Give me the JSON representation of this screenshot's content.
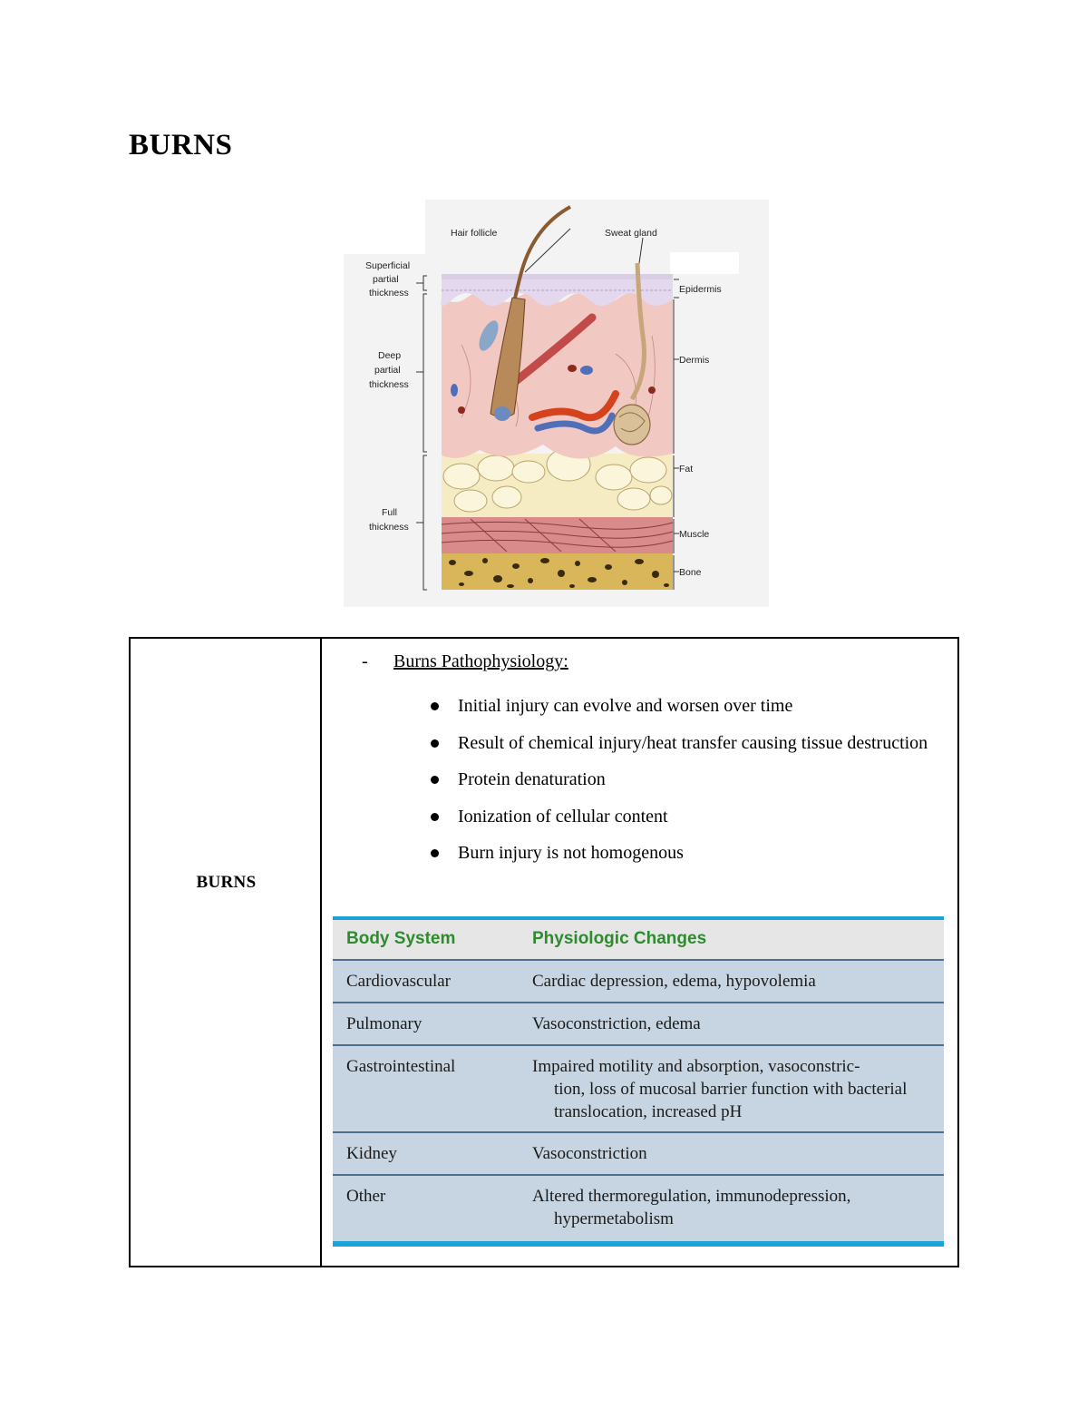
{
  "page": {
    "title": "BURNS"
  },
  "figure": {
    "layer_labels_left": {
      "superficial": [
        "Superficial",
        "partial",
        "thickness"
      ],
      "deep": [
        "Deep",
        "partial",
        "thickness"
      ],
      "full": [
        "Full",
        "thickness"
      ]
    },
    "structure_labels": {
      "hair": "Hair follicle",
      "sweat": "Sweat gland"
    },
    "layer_labels_right": {
      "epidermis": "Epidermis",
      "dermis": "Dermis",
      "fat": "Fat",
      "muscle": "Muscle",
      "bone": "Bone"
    }
  },
  "table": {
    "left_label": "BURNS",
    "section_dash": "-",
    "section_heading": "Burns Pathophysiology:",
    "bullets": [
      "Initial injury can evolve and worsen over time",
      "Result of chemical injury/heat transfer causing tissue destruction",
      "Protein denaturation",
      "Ionization of cellular content",
      "Burn injury is not homogenous"
    ],
    "physiology": {
      "header": {
        "col1": "Body System",
        "col2": "Physiologic Changes"
      },
      "rows": [
        {
          "system": "Cardiovascular",
          "change": "Cardiac depression, edema, hypovolemia",
          "cont": ""
        },
        {
          "system": "Pulmonary",
          "change": "Vasoconstriction, edema",
          "cont": ""
        },
        {
          "system": "Gastrointestinal",
          "change": "Impaired motility and absorption, vasoconstric-",
          "cont": "tion, loss of mucosal barrier function with bacterial translocation, increased pH"
        },
        {
          "system": "Kidney",
          "change": "Vasoconstriction",
          "cont": ""
        },
        {
          "system": "Other",
          "change": "Altered thermoregulation, immunodepression,",
          "cont": "hypermetabolism"
        }
      ]
    }
  }
}
